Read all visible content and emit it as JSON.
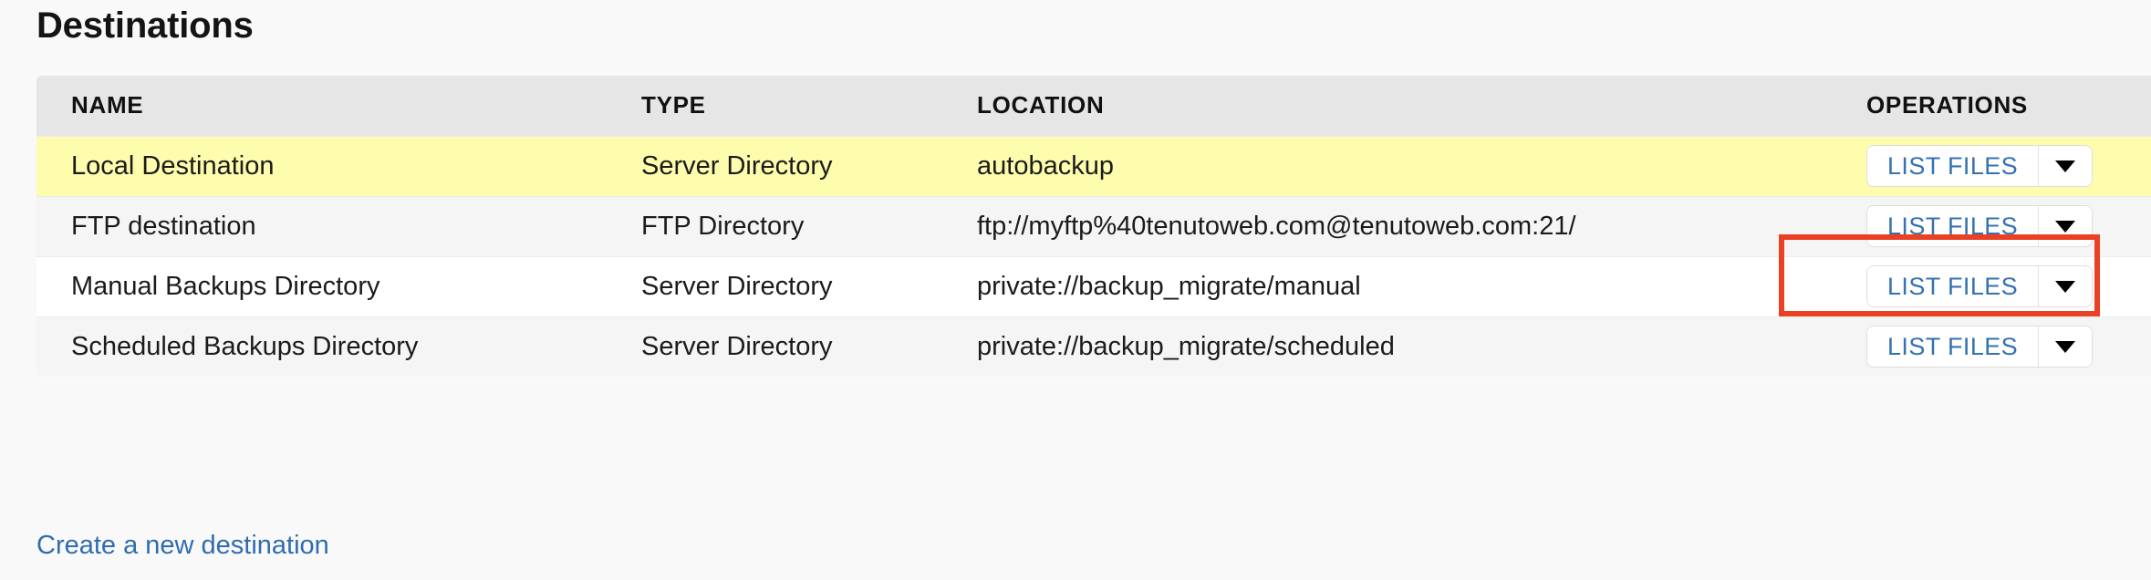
{
  "page": {
    "title": "Destinations",
    "background_color": "#f9f9f9"
  },
  "table": {
    "columns": [
      {
        "key": "name",
        "label": "NAME"
      },
      {
        "key": "type",
        "label": "TYPE"
      },
      {
        "key": "location",
        "label": "LOCATION"
      },
      {
        "key": "operations",
        "label": "OPERATIONS"
      }
    ],
    "header_background": "#e6e6e6",
    "rows": [
      {
        "name": "Local Destination",
        "type": "Server Directory",
        "location": "autobackup",
        "row_style": "highlight",
        "row_color": "#fdfdad",
        "operations": {
          "button_label": "LIST FILES",
          "caret_icon": "chevron-down-icon"
        }
      },
      {
        "name": "FTP destination",
        "type": "FTP Directory",
        "location": "ftp://myftp%40tenutoweb.com@tenutoweb.com:21/",
        "row_style": "gray",
        "row_color": "#f5f5f6",
        "operations": {
          "button_label": "LIST FILES",
          "caret_icon": "chevron-down-icon"
        }
      },
      {
        "name": "Manual Backups Directory",
        "type": "Server Directory",
        "location": "private://backup_migrate/manual",
        "row_style": "white",
        "row_color": "#ffffff",
        "operations": {
          "button_label": "LIST FILES",
          "caret_icon": "chevron-down-icon"
        }
      },
      {
        "name": "Scheduled Backups Directory",
        "type": "Server Directory",
        "location": "private://backup_migrate/scheduled",
        "row_style": "gray",
        "row_color": "#f5f5f6",
        "operations": {
          "button_label": "LIST FILES",
          "caret_icon": "chevron-down-icon"
        }
      }
    ]
  },
  "annotation": {
    "type": "highlight-box",
    "color": "#ea4125",
    "target": "FTP destination row LIST FILES button"
  },
  "footer": {
    "create_link_label": "Create a new destination",
    "link_color": "#2f6cb0"
  }
}
